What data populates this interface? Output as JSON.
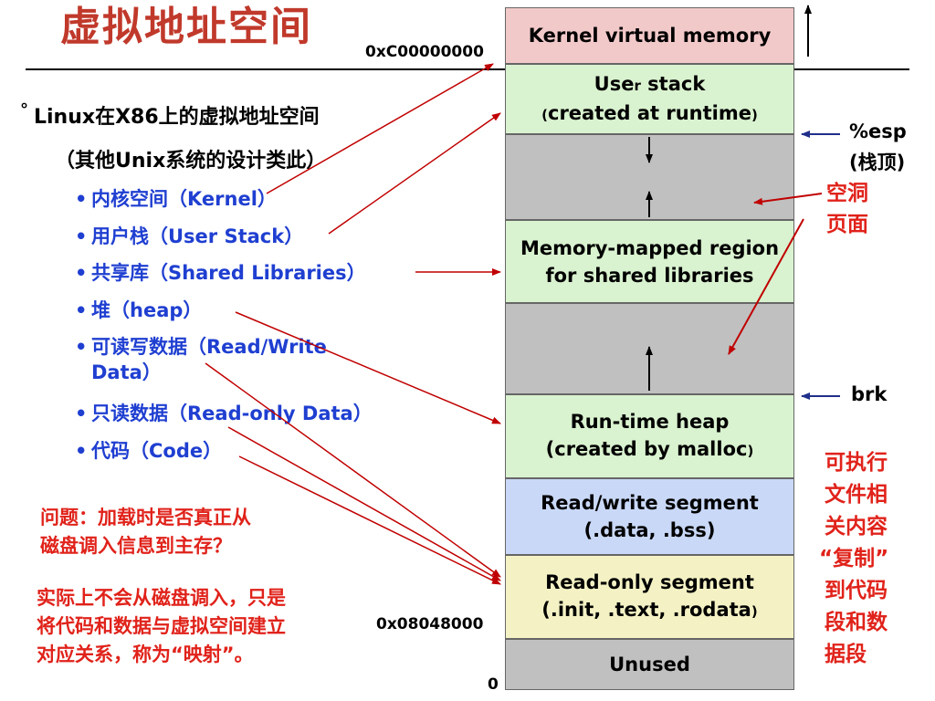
{
  "title": "虚拟地址空间",
  "addresses": {
    "top": "0xC00000000",
    "bottom_seg": "0x08048000",
    "zero": "0"
  },
  "bullets": {
    "main": "Linux在X86上的虚拟地址空间",
    "sub": "（其他Unix系统的设计类此）",
    "items": [
      "内核空间（Kernel）",
      "用户栈（User Stack）",
      "共享库（Shared Libraries）",
      "堆（heap）",
      "可读写数据（Read/Write",
      "Data）",
      "只读数据（Read-only Data）",
      "代码（Code）"
    ]
  },
  "question": [
    "问题：加载时是否真正从",
    "磁盘调入信息到主存？"
  ],
  "answer": [
    "实际上不会从磁盘调入，只是",
    "将代码和数据与虚拟空间建立",
    "对应关系，称为“映射”。"
  ],
  "segments": [
    {
      "label_a": "Kernel virtual memory",
      "color": "#f2c9c9"
    },
    {
      "label_a": "Use",
      "label_small": "r",
      "label_b": " stack",
      "line2_pre": "(",
      "line2": "created at runtime",
      "line2_post": ")",
      "color": "#d9f2cf"
    },
    {
      "color": "#c0c0c0"
    },
    {
      "label_a": "Memory-mapped region",
      "line2": "for shared libraries",
      "color": "#d9f2cf"
    },
    {
      "color": "#c0c0c0"
    },
    {
      "label_a": "Run-time heap",
      "line2": "(created by malloc",
      "line2_post": ")",
      "color": "#d9f2cf"
    },
    {
      "label_a": "Read/write segment",
      "line2": "(.data, .bss)",
      "color": "#c9d8f7"
    },
    {
      "label_a": "Read-only segment",
      "line2": "(.init, .text, .rodata",
      "line2_post": ")",
      "color": "#f4f2c4"
    },
    {
      "label_a": "Unused",
      "color": "#c0c0c0"
    }
  ],
  "right_labels": {
    "esp": "%esp",
    "esp_sub": "(栈顶)",
    "hole": [
      "空洞",
      "页面"
    ],
    "brk": "brk",
    "note": [
      "可执行",
      "文件相",
      "关内容",
      "“复制”",
      "到代码",
      "段和数",
      "据段"
    ]
  },
  "colors": {
    "title": "#c0392b",
    "blue_items": "#1f3fd1",
    "red_text": "#e0221a",
    "arrow_red": "#c00000"
  }
}
